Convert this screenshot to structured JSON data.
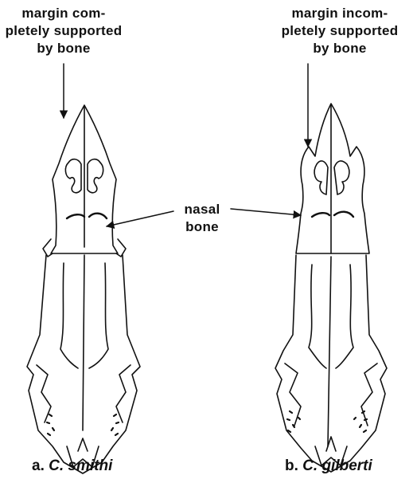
{
  "figure": {
    "panel_a": {
      "letter": "a.",
      "species": "C. smithi",
      "callout": [
        "margin com-",
        "pletely supported",
        "by bone"
      ]
    },
    "panel_b": {
      "letter": "b.",
      "species": "C. gilberti",
      "callout": [
        "margin incom-",
        "pletely supported",
        "by bone"
      ]
    },
    "shared_callout": [
      "nasal",
      "bone"
    ]
  }
}
